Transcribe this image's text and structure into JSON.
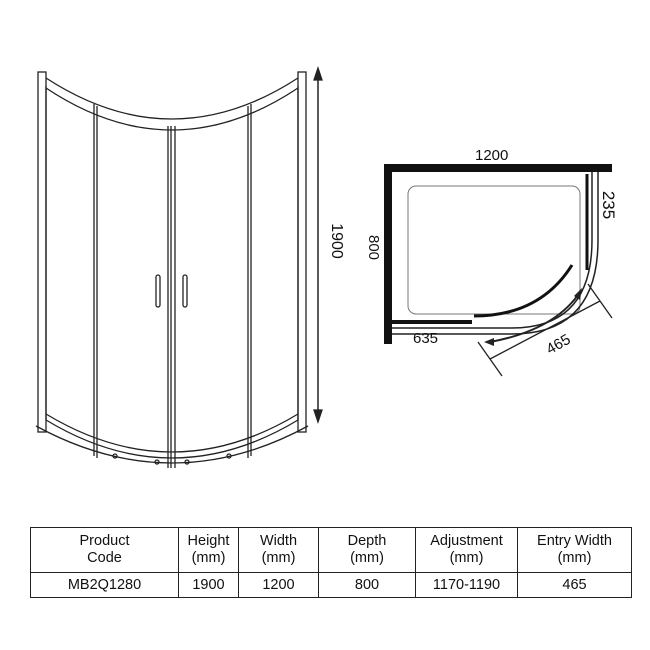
{
  "front_view": {
    "height_label": "1900"
  },
  "plan_view": {
    "width_label": "1200",
    "depth_label": "800",
    "return_label": "235",
    "side_label": "635",
    "entry_label": "465"
  },
  "spec_table": {
    "headers": [
      {
        "line1": "Product",
        "line2": "Code"
      },
      {
        "line1": "Height",
        "line2": "(mm)"
      },
      {
        "line1": "Width",
        "line2": "(mm)"
      },
      {
        "line1": "Depth",
        "line2": "(mm)"
      },
      {
        "line1": "Adjustment",
        "line2": "(mm)"
      },
      {
        "line1": "Entry Width",
        "line2": "(mm)"
      }
    ],
    "rows": [
      [
        "MB2Q1280",
        "1900",
        "1200",
        "800",
        "1170-1190",
        "465"
      ]
    ]
  }
}
